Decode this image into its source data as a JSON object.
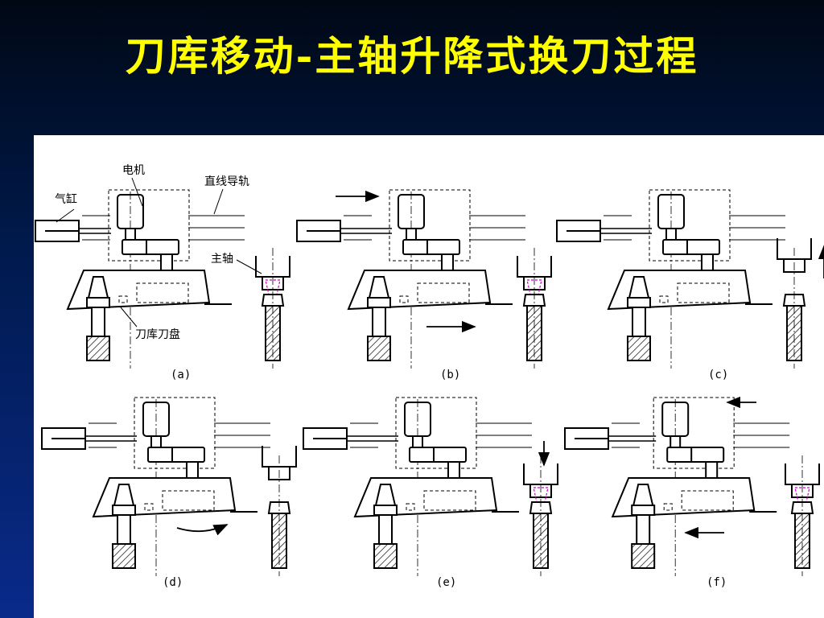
{
  "title": "刀库移动-主轴升降式换刀过程",
  "labels": {
    "motor": "电机",
    "cylinder": "气缸",
    "linear_guide": "直线导轨",
    "spindle": "主轴",
    "tool_disc": "刀库刀盘"
  },
  "panels": [
    {
      "caption": "(a)",
      "cyl": 0,
      "table": 0,
      "disc": 0,
      "spindle": "low",
      "tool_in_spindle": true,
      "tool_in_disc": false,
      "arrows": []
    },
    {
      "caption": "(b)",
      "cyl": 1,
      "table": 1,
      "disc": 0,
      "spindle": "low",
      "tool_in_spindle": true,
      "tool_in_disc": false,
      "arrows": [
        "cyl-right",
        "table-right"
      ]
    },
    {
      "caption": "(c)",
      "cyl": 1,
      "table": 1,
      "disc": 0,
      "spindle": "high",
      "tool_in_spindle": false,
      "tool_in_disc": true,
      "arrows": [
        "spindle-up"
      ]
    },
    {
      "caption": "(d)",
      "cyl": 1,
      "table": 1,
      "disc": 0,
      "spindle": "high",
      "tool_in_spindle": false,
      "tool_in_disc": true,
      "arrows": [
        "rotate"
      ]
    },
    {
      "caption": "(e)",
      "cyl": 1,
      "table": 1,
      "disc": 0,
      "spindle": "low",
      "tool_in_spindle": true,
      "tool_in_disc": false,
      "arrows": [
        "spindle-down"
      ]
    },
    {
      "caption": "(f)",
      "cyl": 0,
      "table": 0.8,
      "disc": 0,
      "spindle": "low",
      "tool_in_spindle": true,
      "tool_in_disc": false,
      "arrows": [
        "cyl-left",
        "table-left"
      ]
    }
  ]
}
